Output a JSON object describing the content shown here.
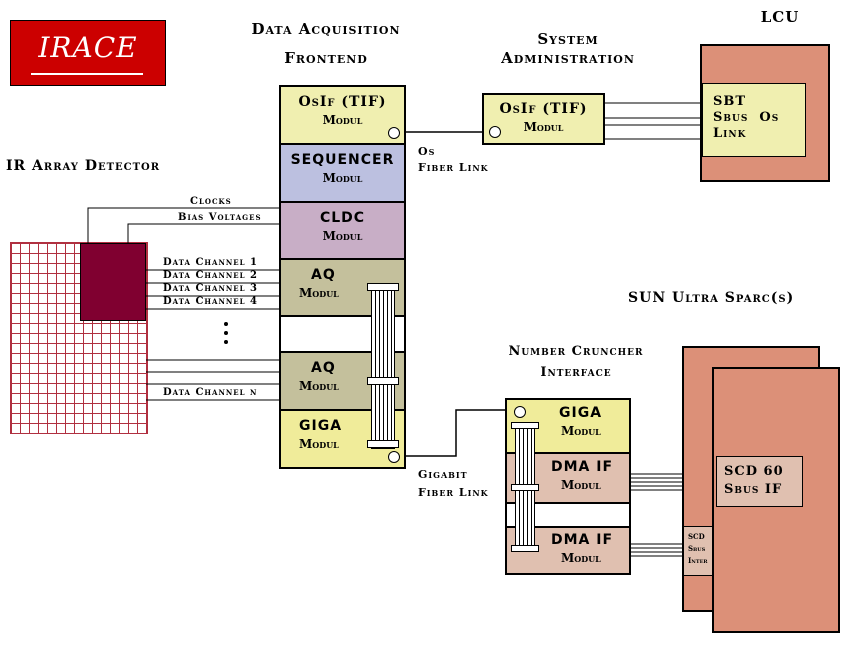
{
  "logo": {
    "text": "IRACE"
  },
  "titles": {
    "frontend": [
      "Data Acquisition",
      "Frontend"
    ],
    "sysadmin": [
      "System",
      "Administration"
    ],
    "lcu": "LCU",
    "detector": "IR Array Detector",
    "sun": "SUN Ultra Sparc(s)",
    "cruncher": [
      "Number Cruncher",
      "Interface"
    ]
  },
  "frontend_modules": [
    {
      "name": "OsIf (TIF)",
      "sub": "Modul",
      "color": "#f0efb0"
    },
    {
      "name": "SEQUENCER",
      "sub": "Modul",
      "color": "#bcc0e0"
    },
    {
      "name": "CLDC",
      "sub": "Modul",
      "color": "#c8aec6"
    },
    {
      "name": "AQ",
      "sub": "Modul",
      "color": "#c4c09c"
    },
    {
      "name": "AQ",
      "sub": "Modul",
      "color": "#c4c09c"
    },
    {
      "name": "GIGA",
      "sub": "Modul",
      "color": "#f0ec9a"
    }
  ],
  "sysadmin_module": {
    "name": "OsIf (TIF)",
    "sub": "Modul",
    "color": "#f0efb0"
  },
  "lcu_box": {
    "lines": [
      "SBT",
      "Sbus  Os",
      "Link"
    ],
    "color": "#dc9078",
    "inner": "#f0efb0"
  },
  "cruncher_modules": [
    {
      "name": "GIGA",
      "sub": "Modul",
      "color": "#f0ec9a"
    },
    {
      "name": "DMA IF",
      "sub": "Modul",
      "color": "#e0c0b0"
    },
    {
      "name": "DMA IF",
      "sub": "Modul",
      "color": "#e0c0b0"
    }
  ],
  "sun_box": {
    "card1": [
      "SCD 60",
      "Sbus IF"
    ],
    "card2": [
      "SCD",
      "Sbus",
      "Inter"
    ],
    "color": "#dc9078"
  },
  "links": {
    "os_fiber": [
      "Os",
      "Fiber Link"
    ],
    "gigabit_fiber": [
      "Gigabit",
      "Fiber Link"
    ]
  },
  "signals": {
    "clocks": "Clocks",
    "bias": "Bias Voltages",
    "channels": [
      "Data Channel 1",
      "Data Channel 2",
      "Data Channel 3",
      "Data Channel 4"
    ],
    "channel_n": "Data Channel n"
  },
  "colors": {
    "logo_bg": "#cc0000",
    "detector_grid": "#b03040",
    "detector_chip": "#800030"
  }
}
